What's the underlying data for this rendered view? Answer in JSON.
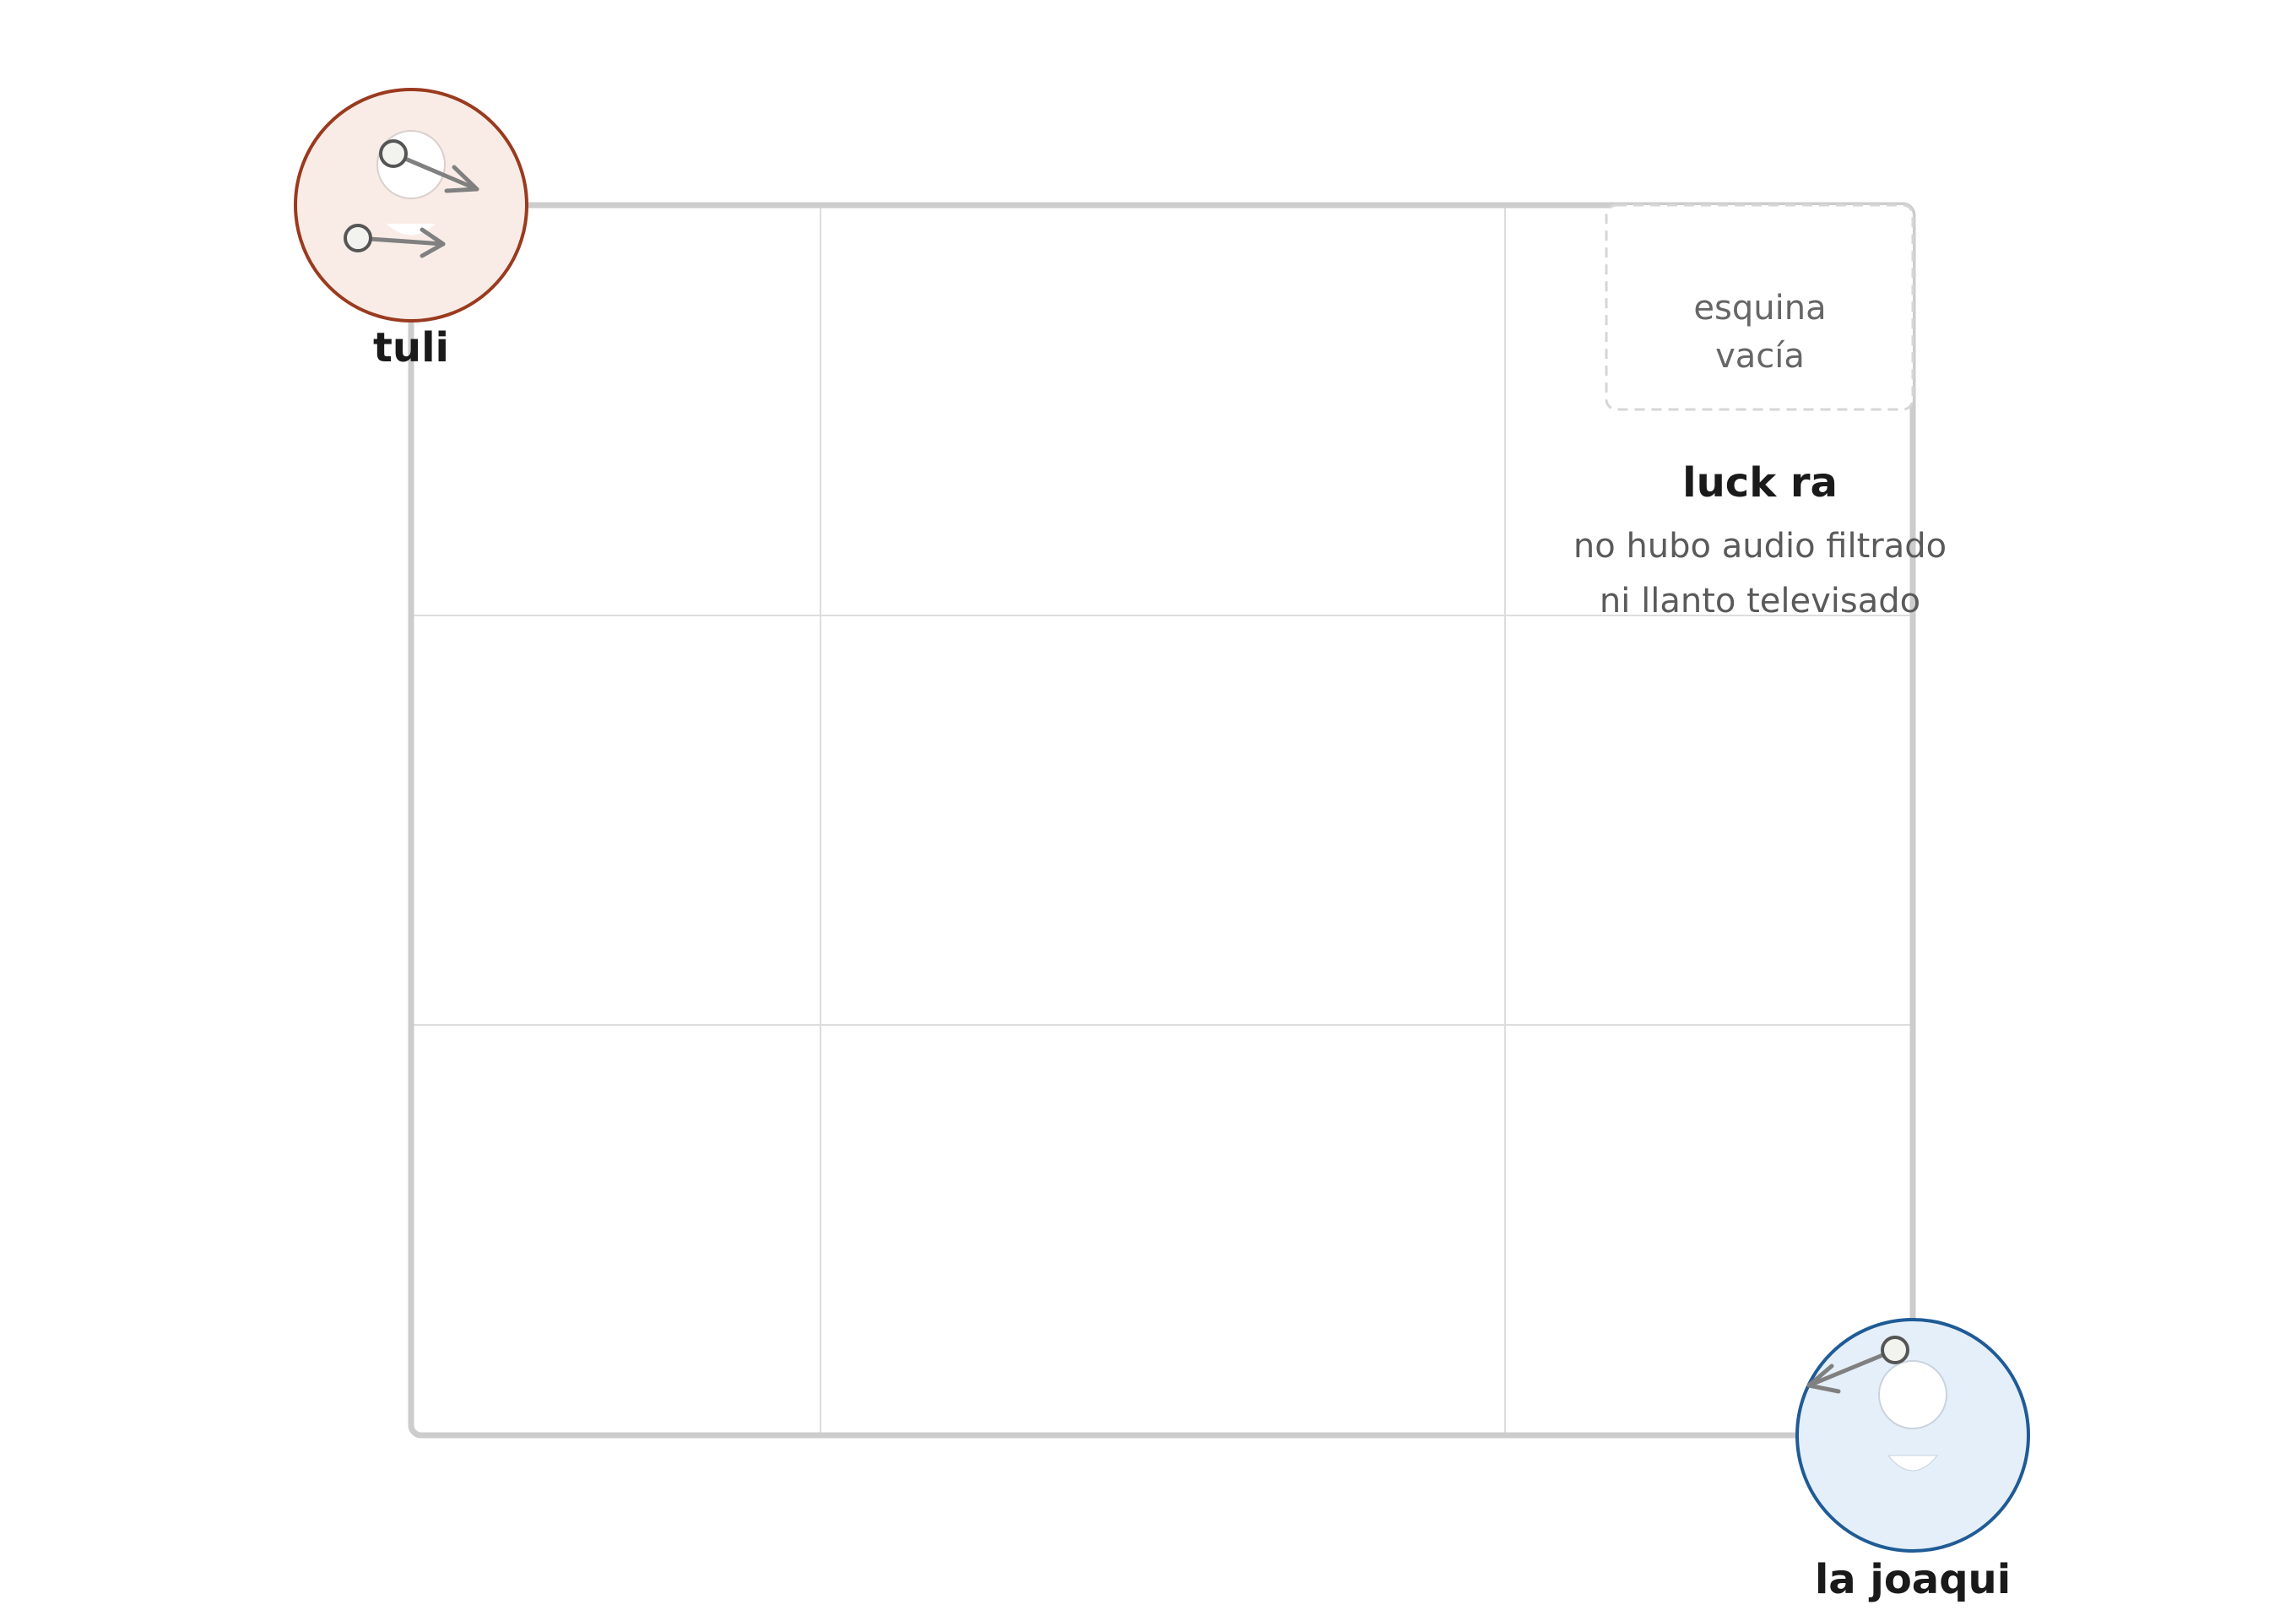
{
  "board": {
    "rows": 3,
    "cols": 3,
    "frame_color": "#cccccc",
    "grid_color": "#dddddd"
  },
  "corners": {
    "top_left": {
      "name": "tuli",
      "fill": "#f9ece6",
      "stroke": "#9a3a1e"
    },
    "bottom_right": {
      "name": "la joaqui",
      "fill": "#e5eff9",
      "stroke": "#1f5b96"
    },
    "top_right": {
      "empty_label_line1": "esquina",
      "empty_label_line2": "vacía"
    }
  },
  "note": {
    "title": "luck ra",
    "line1": "no hubo audio filtrado",
    "line2": "ni llanto televisado"
  },
  "icons": {
    "face": "face-icon",
    "pin_arrow": "pin-arrow-icon"
  },
  "colors": {
    "arrow": "#808080",
    "pin_fill": "#f2f2ee",
    "pin_stroke": "#555555"
  }
}
